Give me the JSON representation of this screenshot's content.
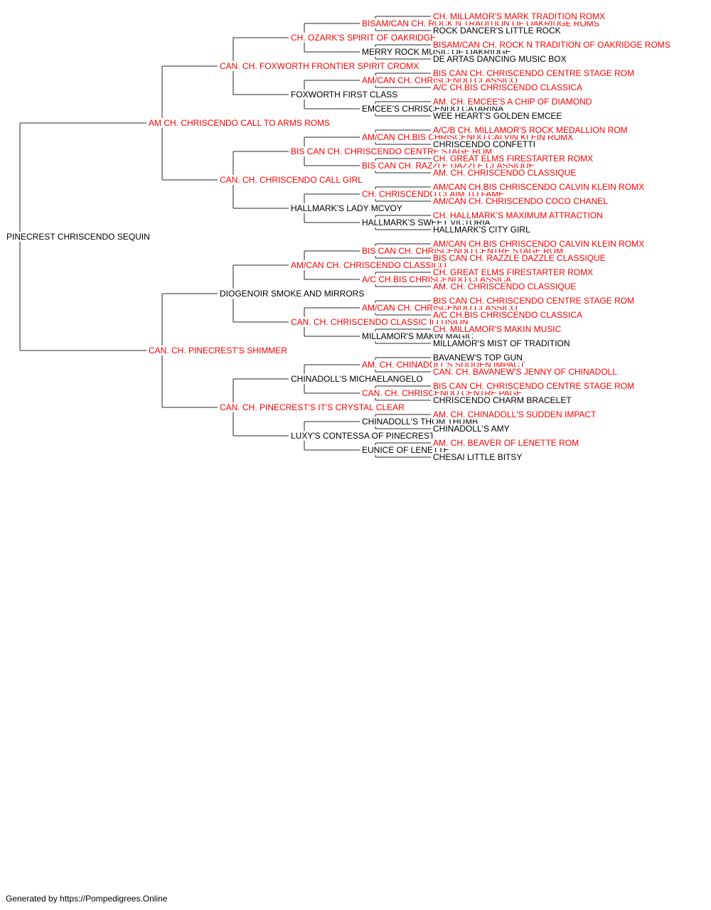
{
  "tree": {
    "name": "PINECREST CHRISCENDO SEQUIN",
    "titled": false,
    "sire": {
      "name": "AM CH. CHRISCENDO CALL TO ARMS ROMS",
      "titled": true,
      "sire": {
        "name": "CAN. CH. FOXWORTH FRONTIER SPIRIT CROMX",
        "titled": true,
        "sire": {
          "name": "CH. OZARK'S SPIRIT OF OAKRIDGE",
          "titled": true,
          "sire": {
            "name": "BISAM/CAN CH. ROCK N TRADITION OF OAKRIDGE ROMS",
            "titled": true,
            "sire": {
              "name": "CH. MILLAMOR'S MARK TRADITION ROMX",
              "titled": true
            },
            "dam": {
              "name": "ROCK DANCER'S LITTLE ROCK",
              "titled": false
            }
          },
          "dam": {
            "name": "MERRY ROCK MUSIC OF OAKRIDGE",
            "titled": false,
            "sire": {
              "name": "BISAM/CAN CH. ROCK N TRADITION OF OAKRIDGE ROMS",
              "titled": true
            },
            "dam": {
              "name": "DE ARTAS DANCING MUSIC BOX",
              "titled": false
            }
          }
        },
        "dam": {
          "name": "FOXWORTH FIRST CLASS",
          "titled": false,
          "sire": {
            "name": "AM/CAN CH. CHRISCENDO CLASSICO",
            "titled": true,
            "sire": {
              "name": "BIS CAN CH. CHRISCENDO CENTRE STAGE ROM",
              "titled": true
            },
            "dam": {
              "name": "A/C CH.BIS CHRISCENDO CLASSICA",
              "titled": true
            }
          },
          "dam": {
            "name": "EMCEE'S CHRISCENDO CATARINA",
            "titled": false,
            "sire": {
              "name": "AM. CH. EMCEE'S A CHIP OF DIAMOND",
              "titled": true
            },
            "dam": {
              "name": "WEE HEART'S GOLDEN EMCEE",
              "titled": false
            }
          }
        }
      },
      "dam": {
        "name": "CAN. CH. CHRISCENDO CALL GIRL",
        "titled": true,
        "sire": {
          "name": "BIS CAN CH. CHRISCENDO CENTRE STAGE ROM",
          "titled": true,
          "sire": {
            "name": "AM/CAN CH.BIS CHRISCENDO CALVIN KLEIN ROMX",
            "titled": true,
            "sire": {
              "name": "A/C/B CH. MILLAMOR'S ROCK MEDALLION ROM",
              "titled": true
            },
            "dam": {
              "name": "CHRISCENDO CONFETTI",
              "titled": false
            }
          },
          "dam": {
            "name": "BIS CAN CH. RAZZLE DAZZLE CLASSIQUE",
            "titled": true,
            "sire": {
              "name": "CH. GREAT ELMS FIRESTARTER ROMX",
              "titled": true
            },
            "dam": {
              "name": "AM. CH. CHRISCENDO CLASSIQUE",
              "titled": true
            }
          }
        },
        "dam": {
          "name": "HALLMARK'S LADY MCVOY",
          "titled": false,
          "sire": {
            "name": "CH. CHRISCENDO CLAIM TO FAME",
            "titled": true,
            "sire": {
              "name": "AM/CAN CH.BIS CHRISCENDO CALVIN KLEIN ROMX",
              "titled": true
            },
            "dam": {
              "name": "AM/CAN CH. CHRISCENDO COCO CHANEL",
              "titled": true
            }
          },
          "dam": {
            "name": "HALLMARK'S SWEET VICTORIA",
            "titled": false,
            "sire": {
              "name": "CH. HALLMARK'S MAXIMUM ATTRACTION",
              "titled": true
            },
            "dam": {
              "name": "HALLMARK'S CITY GIRL",
              "titled": false
            }
          }
        }
      }
    },
    "dam": {
      "name": "CAN. CH. PINECREST'S SHIMMER",
      "titled": true,
      "sire": {
        "name": "DIOGENOIR SMOKE AND MIRRORS",
        "titled": false,
        "sire": {
          "name": "AM/CAN CH. CHRISCENDO CLASSICO",
          "titled": true,
          "sire": {
            "name": "BIS CAN CH. CHRISCENDO CENTRE STAGE ROM",
            "titled": true,
            "sire": {
              "name": "AM/CAN CH.BIS CHRISCENDO CALVIN KLEIN ROMX",
              "titled": true
            },
            "dam": {
              "name": "BIS CAN CH. RAZZLE DAZZLE CLASSIQUE",
              "titled": true
            }
          },
          "dam": {
            "name": "A/C CH.BIS CHRISCENDO CLASSICA",
            "titled": true,
            "sire": {
              "name": "CH. GREAT ELMS FIRESTARTER ROMX",
              "titled": true
            },
            "dam": {
              "name": "AM. CH. CHRISCENDO CLASSIQUE",
              "titled": true
            }
          }
        },
        "dam": {
          "name": "CAN. CH. CHRISCENDO CLASSIC ILLUSION",
          "titled": true,
          "sire": {
            "name": "AM/CAN CH. CHRISCENDO CLASSICO",
            "titled": true,
            "sire": {
              "name": "BIS CAN CH. CHRISCENDO CENTRE STAGE ROM",
              "titled": true
            },
            "dam": {
              "name": "A/C CH.BIS CHRISCENDO CLASSICA",
              "titled": true
            }
          },
          "dam": {
            "name": "MILLAMOR'S MAKIN MAGIC",
            "titled": false,
            "sire": {
              "name": "CH. MILLAMOR'S MAKIN MUSIC",
              "titled": true
            },
            "dam": {
              "name": "MILLAMOR'S MIST OF TRADITION",
              "titled": false
            }
          }
        }
      },
      "dam": {
        "name": "CAN. CH. PINECREST'S IT'S CRYSTAL CLEAR",
        "titled": true,
        "sire": {
          "name": "CHINADOLL'S MICHAELANGELO",
          "titled": false,
          "sire": {
            "name": "AM. CH. CHINADOLL'S SUDDEN IMPACT",
            "titled": true,
            "sire": {
              "name": "BAVANEW'S TOP GUN",
              "titled": false
            },
            "dam": {
              "name": "CAN. CH. BAVANEW'S JENNY OF CHINADOLL",
              "titled": true
            }
          },
          "dam": {
            "name": "CAN. CH. CHRISCENDO CENTRE PAGE",
            "titled": true,
            "sire": {
              "name": "BIS CAN CH. CHRISCENDO CENTRE STAGE ROM",
              "titled": true
            },
            "dam": {
              "name": "CHRISCENDO CHARM BRACELET",
              "titled": false
            }
          }
        },
        "dam": {
          "name": "LUXY'S CONTESSA OF PINECREST",
          "titled": false,
          "sire": {
            "name": "CHINADOLL'S THOM THUMB",
            "titled": false,
            "sire": {
              "name": "AM. CH. CHINADOLL'S SUDDEN IMPACT",
              "titled": true
            },
            "dam": {
              "name": "CHINADOLL'S AMY",
              "titled": false
            }
          },
          "dam": {
            "name": "EUNICE OF LENETTE",
            "titled": false,
            "sire": {
              "name": "AM. CH. BEAVER OF LENETTE ROM",
              "titled": true
            },
            "dam": {
              "name": "CHESAI LITTLE BITSY",
              "titled": false
            }
          }
        }
      }
    }
  },
  "footer": "Generated by https://Pompedigrees.Online",
  "colors": {
    "titled": "#ff0000",
    "untitled": "#000000",
    "connector": "#555555"
  }
}
